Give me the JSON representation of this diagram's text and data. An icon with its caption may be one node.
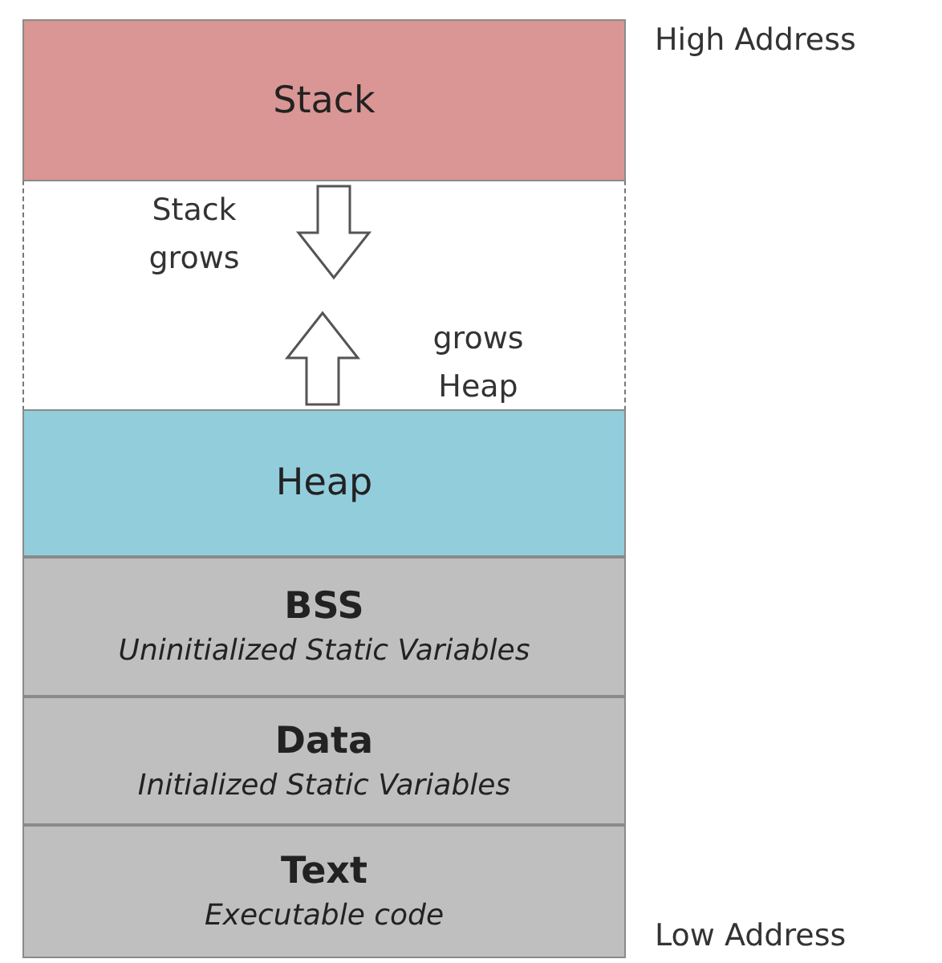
{
  "diagram": {
    "nodes": [
      {
        "text": [
          "Stack"
        ]
      },
      {
        "text": [
          "Heap"
        ]
      },
      {
        "text": [
          "BSS",
          "Uninitialized Static Variables"
        ]
      },
      {
        "text": [
          "Data",
          "Initialized Static Variables"
        ]
      },
      {
        "text": [
          "Text",
          "Executable code"
        ]
      }
    ],
    "edges": [],
    "labels": [
      "High Address",
      "Stack grows",
      "grows Heap",
      "Low Address"
    ]
  }
}
